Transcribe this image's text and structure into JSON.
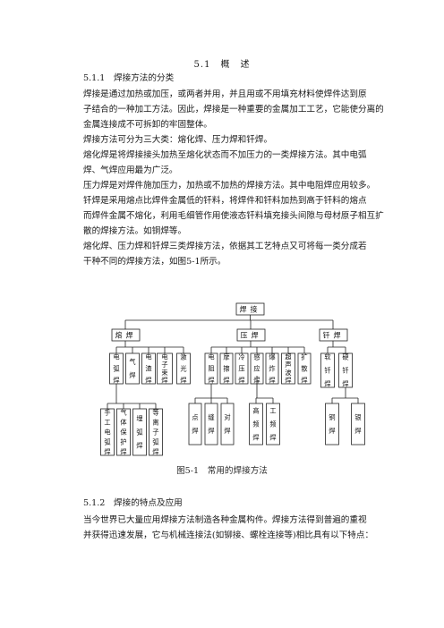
{
  "document": {
    "title": "5.1　概　述",
    "section1": "5.1.1　焊接方法的分类",
    "lines": [
      "焊接是通过加热或加压，或两者并用，并且用或不用填充材料使焊件达到原",
      "子结合的一种加工方法。因此，焊接是一种重要的金属加工工艺，它能使分离的",
      "金属连接成不可拆卸的牢固整体。",
      "焊接方法可分为三大类：熔化焊、压力焊和钎焊。",
      "熔化焊是将焊接接头加热至熔化状态而不加压力的一类焊接方法。其中电弧",
      "焊、气焊应用最为广泛。",
      "压力焊是对焊件施加压力，加热或不加热的焊接方法。其中电阻焊应用较多。",
      "钎焊是采用熔点比焊件金属低的钎料，将焊件和钎料加热到高于钎料的熔点",
      "而焊件金属不熔化，利用毛细管作用使液态钎料填充接头间隙与母材原子相互扩",
      "散的焊接方法。如铜焊等。",
      "熔化焊、压力焊和钎焊三类焊接方法，依据其工艺特点又可将每一类分成若",
      "干种不同的焊接方法，如图5-1所示。"
    ],
    "caption": "图5-1　常用的焊接方法",
    "section2": "5.1.2　焊接的特点及应用",
    "lines2": [
      "当今世界已大量应用焊接方法制造各种金属构件。焊接方法得到普遍的重视",
      "并获得迅速发展，它与机械连接法(如铆接、螺栓连接等)相比具有以下特点："
    ]
  },
  "diagram": {
    "root": "焊接",
    "cat1": "熔焊",
    "cat2": "压焊",
    "cat3": "钎焊",
    "fusion": [
      "电弧焊",
      "气焊",
      "电渣焊",
      "电子束焊",
      "激光焊"
    ],
    "arc_sub": [
      "手工电弧焊",
      "气体保护焊",
      "埋弧焊",
      "等离子弧焊"
    ],
    "pressure": [
      "电阻焊",
      "摩擦焊",
      "冷压焊",
      "感应焊",
      "爆炸焊",
      "超声波焊",
      "扩散焊"
    ],
    "res_sub": [
      "点焊",
      "缝焊",
      "对焊"
    ],
    "ind_sub": [
      "高频焊",
      "工频焊"
    ],
    "brazing": [
      "软钎焊",
      "硬钎焊"
    ],
    "hard_sub": [
      "铜焊",
      "银焊"
    ]
  }
}
